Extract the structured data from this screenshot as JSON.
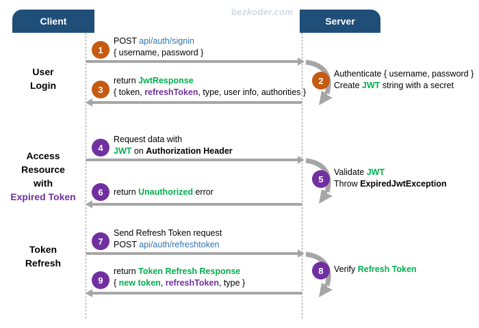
{
  "watermark": "bezkoder.com",
  "colors": {
    "header_blue": "#1F4E79",
    "badge_orange": "#C55A11",
    "badge_purple": "#7030A0",
    "arrow_gray": "#A6A6A6",
    "url_blue": "#2E74B5",
    "green": "#00B050",
    "purple": "#7030A0"
  },
  "actors": {
    "client": "Client",
    "server": "Server"
  },
  "sections": [
    {
      "id": "user-login",
      "lines": [
        "User",
        "Login"
      ]
    },
    {
      "id": "access-resource",
      "lines": [
        "Access",
        "Resource",
        "with"
      ],
      "highlight": "Expired Token"
    },
    {
      "id": "token-refresh",
      "lines": [
        "Token",
        "Refresh"
      ]
    }
  ],
  "steps": [
    {
      "number": "1",
      "color": "orange",
      "line1_pre": "POST ",
      "line1_url": "api/auth/signin",
      "line2": "{ username, password }"
    },
    {
      "number": "2",
      "color": "orange",
      "line1": "Authenticate { username, password }",
      "line2_pre": "Create ",
      "line2_green": "JWT",
      "line2_post": " string with a secret"
    },
    {
      "number": "3",
      "color": "orange",
      "line1_pre": "return ",
      "line1_green": "JwtResponse",
      "line2_a": "{ token, ",
      "line2_purple": "refreshToken",
      "line2_b": ", type, user info, authorities }"
    },
    {
      "number": "4",
      "color": "purple",
      "line1": "Request data with",
      "line2_green": "JWT",
      "line2_mid": " on ",
      "line2_bold": "Authorization Header"
    },
    {
      "number": "5",
      "color": "purple",
      "line1_pre": "Validate ",
      "line1_green": "JWT",
      "line2_pre": "Throw ",
      "line2_bold": "ExpiredJwtException"
    },
    {
      "number": "6",
      "color": "purple",
      "line1_pre": "return ",
      "line1_green": "Unauthorized",
      "line1_post": " error"
    },
    {
      "number": "7",
      "color": "purple",
      "line1": "Send Refresh Token request",
      "line2_pre": "POST ",
      "line2_url": "api/auth/refreshtoken"
    },
    {
      "number": "8",
      "color": "purple",
      "line1_pre": "Verify ",
      "line1_green": "Refresh Token"
    },
    {
      "number": "9",
      "color": "purple",
      "line1_pre": "return ",
      "line1_green": "Token Refresh Response",
      "line2_a": "{ ",
      "line2_green": "new token",
      "line2_mid": ", ",
      "line2_purple": "refreshToken",
      "line2_b": ", type }"
    }
  ]
}
